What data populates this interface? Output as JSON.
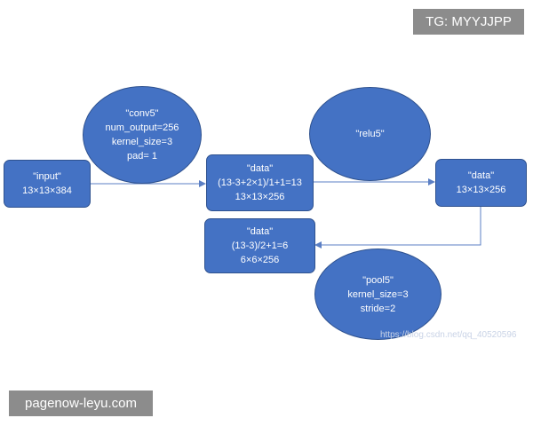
{
  "watermark": {
    "top_badge": "TG: MYYJJPP",
    "bottom_badge": "pagenow-leyu.com",
    "url_text": "https://blog.csdn.net/qq_40520596"
  },
  "nodes": {
    "input": {
      "lines": [
        "\"input\"",
        "13×13×384"
      ]
    },
    "conv5": {
      "lines": [
        "\"conv5\"",
        "num_output=256",
        "kernel_size=3",
        "pad= 1"
      ]
    },
    "data_conv": {
      "lines": [
        "\"data\"",
        "(13-3+2×1)/1+1=13",
        "13×13×256"
      ]
    },
    "relu5": {
      "lines": [
        "\"relu5\""
      ]
    },
    "data_relu": {
      "lines": [
        "\"data\"",
        "13×13×256"
      ]
    },
    "data_pool": {
      "lines": [
        "\"data\"",
        "(13-3)/2+1=6",
        "6×6×256"
      ]
    },
    "pool5": {
      "lines": [
        "\"pool5\"",
        "kernel_size=3",
        "stride=2"
      ]
    }
  },
  "colors": {
    "node_fill": "#4472c4",
    "node_border": "#2f528f",
    "edge": "#5b7fc4",
    "badge": "#8c8c8c"
  }
}
